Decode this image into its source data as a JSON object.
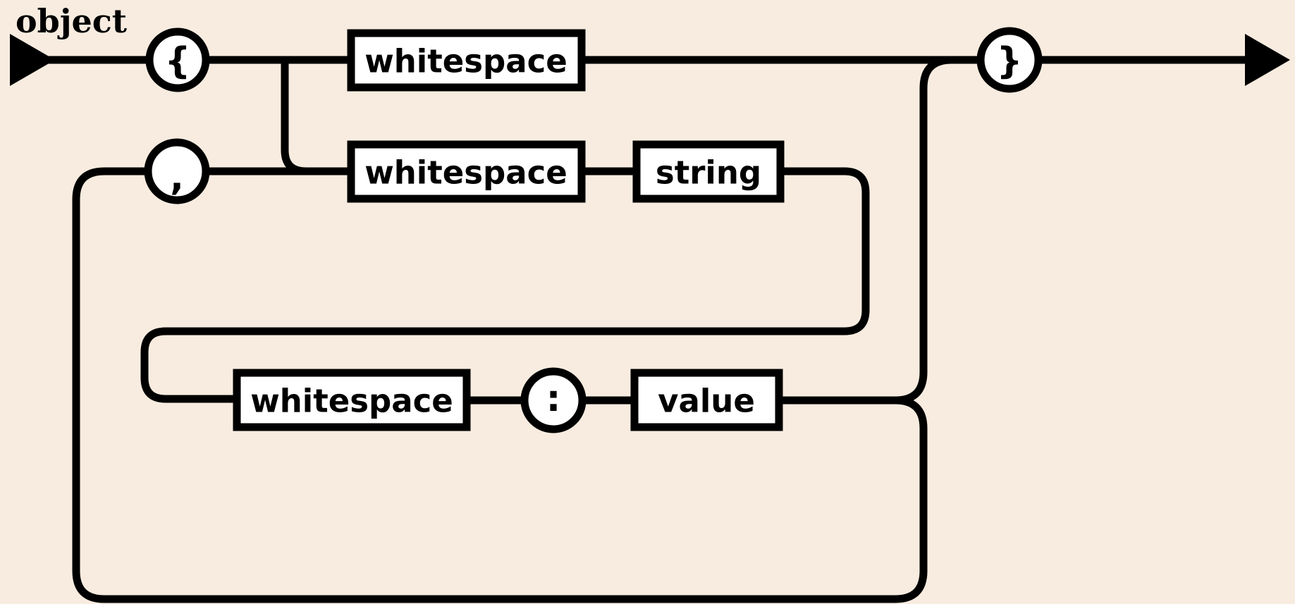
{
  "diagram": {
    "kind": "railroad-syntax-diagram",
    "rule_name": "object",
    "background_color": "#f8ece0",
    "line_color": "#000000",
    "node_fill_color": "#ffffff",
    "terminals": {
      "open_brace": "{",
      "comma": ",",
      "colon": ":",
      "close_brace": "}"
    },
    "nonterminals": {
      "whitespace_top": "whitespace",
      "whitespace_pair": "whitespace",
      "string": "string",
      "whitespace_value": "whitespace",
      "value": "value"
    },
    "icons": {
      "start_arrow": "start-arrow-icon",
      "end_arrow": "end-arrow-icon"
    }
  }
}
